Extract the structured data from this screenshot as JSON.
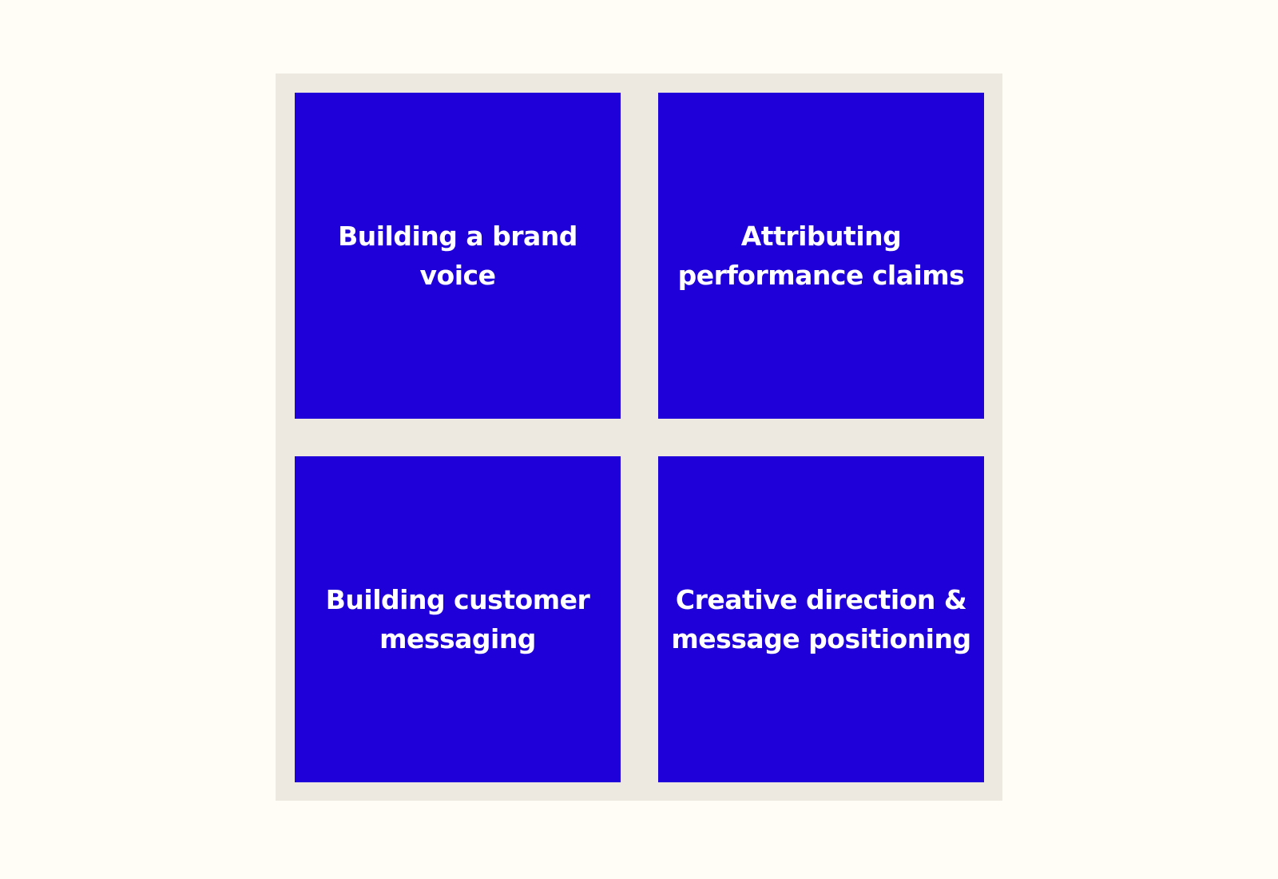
{
  "colors": {
    "page_background": "#FFFDF6",
    "panel_background": "#EDE9E0",
    "tile_fill": "#2000D8",
    "tile_text": "#FFFFFF"
  },
  "tiles": [
    {
      "label": "Building a brand voice"
    },
    {
      "label": "Attributing performance claims"
    },
    {
      "label": "Building customer messaging"
    },
    {
      "label": "Creative direction & message positioning"
    }
  ]
}
